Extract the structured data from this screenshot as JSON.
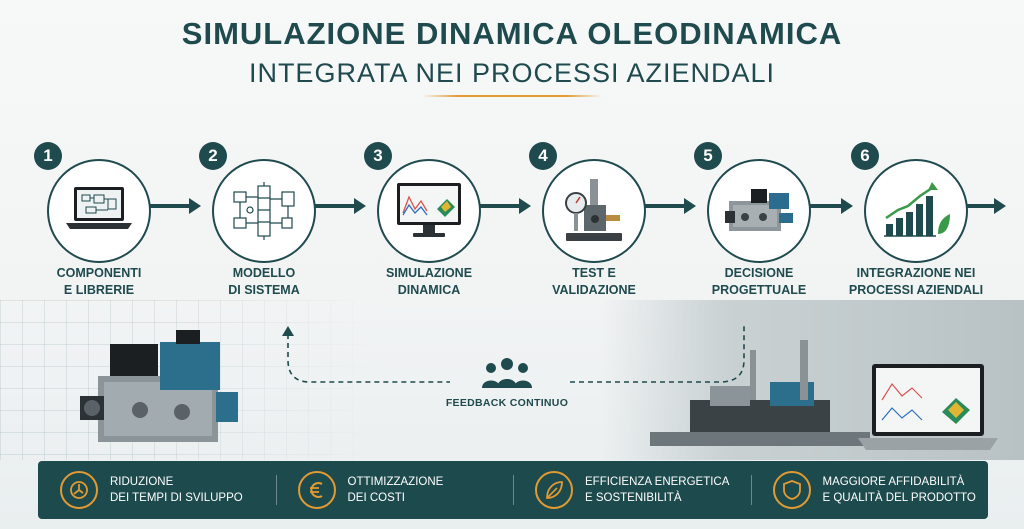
{
  "header": {
    "title": "SIMULAZIONE DINAMICA OLEODINAMICA",
    "subtitle": "INTEGRATA NEI PROCESSI AZIENDALI"
  },
  "steps": [
    {
      "number": "1",
      "line1": "COMPONENTI",
      "line2": "E LIBRERIE",
      "icon": "laptop-icon"
    },
    {
      "number": "2",
      "line1": "MODELLO",
      "line2": "DI SISTEMA",
      "icon": "schematic-icon"
    },
    {
      "number": "3",
      "line1": "SIMULAZIONE",
      "line2": "DINAMICA",
      "icon": "monitor-icon"
    },
    {
      "number": "4",
      "line1": "TEST E",
      "line2": "VALIDAZIONE",
      "icon": "test-bench-icon"
    },
    {
      "number": "5",
      "line1": "DECISIONE",
      "line2": "PROGETTUALE",
      "icon": "valve-block-icon"
    },
    {
      "number": "6",
      "line1": "INTEGRAZIONE NEI",
      "line2": "PROCESSI AZIENDALI",
      "icon": "growth-chart-icon"
    }
  ],
  "feedback": {
    "label": "FEEDBACK CONTINUO",
    "icon": "people-icon"
  },
  "benefits": [
    {
      "line1": "RIDUZIONE",
      "line2": "DEI TEMPI DI SVILUPPO",
      "icon": "clock-cycle-icon"
    },
    {
      "line1": "OTTIMIZZAZIONE",
      "line2": "DEI COSTI",
      "icon": "euro-icon"
    },
    {
      "line1": "EFFICIENZA ENERGETICA",
      "line2": "E SOSTENIBILITÀ",
      "icon": "leaf-icon"
    },
    {
      "line1": "MAGGIORE AFFIDABILITÀ",
      "line2": "E QUALITÀ DEL PRODOTTO",
      "icon": "shield-icon"
    }
  ],
  "colors": {
    "primary": "#1f4a4e",
    "accent": "#e29a32",
    "band": "#1d4a4d",
    "growth": "#3a9a4a"
  }
}
